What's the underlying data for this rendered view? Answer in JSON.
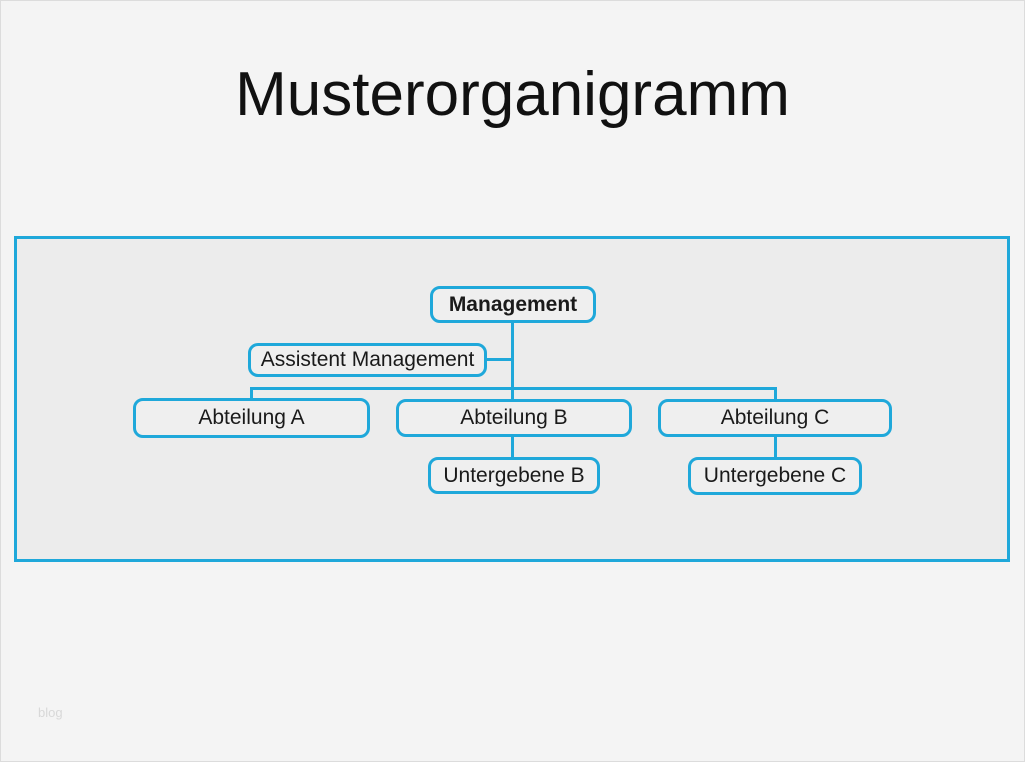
{
  "title": "Musterorganigramm",
  "watermark": "blog",
  "colors": {
    "accent": "#1fa8da",
    "page_bg": "#f4f4f4",
    "panel_bg": "#ececec",
    "node_bg": "#efefef",
    "title_text": "#111111",
    "node_text": "#1a1a1a",
    "watermark_text": "#d8d8d8"
  },
  "org_chart": {
    "type": "organization-chart",
    "nodes": {
      "management": {
        "label": "Management",
        "level": 1,
        "reports_to": null,
        "emphasis": "bold"
      },
      "assistant": {
        "label": "Assistent Management",
        "level": 2,
        "reports_to": "management",
        "role": "assistant"
      },
      "dept_a": {
        "label": "Abteilung A",
        "level": 2,
        "reports_to": "management"
      },
      "dept_b": {
        "label": "Abteilung B",
        "level": 2,
        "reports_to": "management"
      },
      "dept_c": {
        "label": "Abteilung C",
        "level": 2,
        "reports_to": "management"
      },
      "sub_b": {
        "label": "Untergebene B",
        "level": 3,
        "reports_to": "dept_b"
      },
      "sub_c": {
        "label": "Untergebene C",
        "level": 3,
        "reports_to": "dept_c"
      }
    }
  }
}
